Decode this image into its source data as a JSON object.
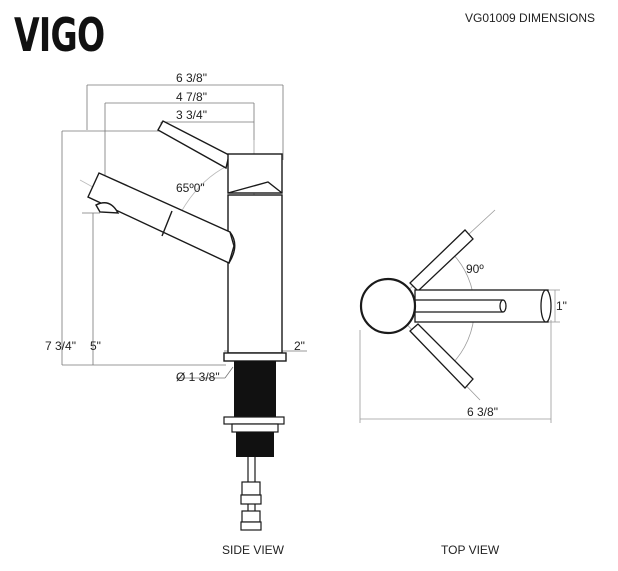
{
  "brand": {
    "logo": "VIGO"
  },
  "header": {
    "title": "VG01009 DIMENSIONS"
  },
  "side_view": {
    "label": "SIDE VIEW",
    "dimensions": {
      "overall_width": "6 3/8\"",
      "spout_to_body": "4 7/8\"",
      "handle_reach": "3 3/4\"",
      "handle_angle": "65º0\"",
      "total_height": "7 3/4\"",
      "spout_height": "5\"",
      "body_diameter": "2\"",
      "mount_hole": "Ø 1 3/8\""
    }
  },
  "top_view": {
    "label": "TOP VIEW",
    "dimensions": {
      "rotation_angle": "90º",
      "spout_diameter": "1\"",
      "overall_length": "6 3/8\""
    }
  },
  "colors": {
    "line": "#1a1a1a",
    "guide": "#9a9a9a",
    "fill_dark": "#111111"
  }
}
